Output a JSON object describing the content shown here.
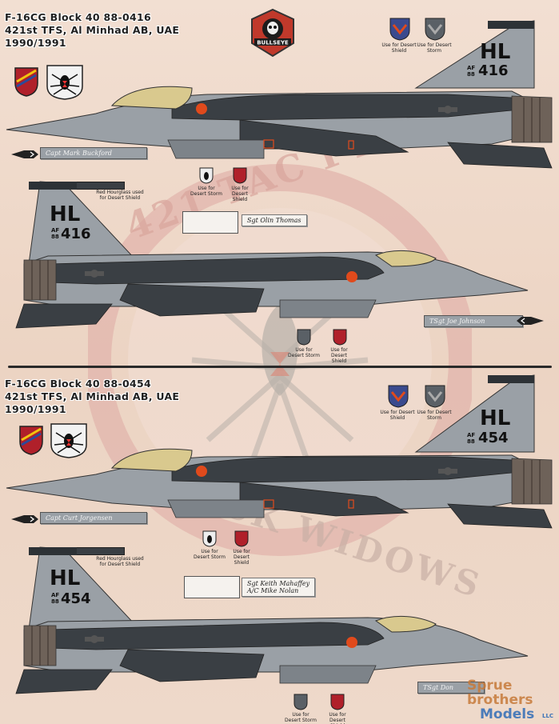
{
  "section1": {
    "line1": "F-16CG Block 40 88-0416",
    "line2": "421st TFS, Al Minhad AB, UAE",
    "line3": "1990/1991",
    "tail_code": "HL",
    "af": "AF",
    "yr": "88",
    "serial": "416",
    "left_pilot": "Capt Mark Buckford",
    "right_crew": "Sgt Olin Thomas",
    "right_crew2": "TSgt Joe Johnson",
    "note_hourglass": "Red Hourglass used for Desert Shield",
    "note_storm": "Use for Desert Storm",
    "note_shield": "Use for Desert Shield"
  },
  "section2": {
    "line1": "F-16CG Block 40 88-0454",
    "line2": "421st TFS, Al Minhad AB, UAE",
    "line3": "1990/1991",
    "tail_code": "HL",
    "af": "AF",
    "yr": "88",
    "serial": "454",
    "left_pilot": "Capt Curt Jorgensen",
    "right_crew": "Sgt Keith Mahaffey",
    "right_crew_b": "A/C Mike Nolan",
    "right_crew2": "TSgt Don",
    "note_hourglass": "Red Hourglass used for Desert Shield",
    "note_storm": "Use for Desert Storm",
    "note_shield": "Use for Desert Shield"
  },
  "badge": {
    "text": "BULLSEYE"
  },
  "watermark": {
    "top": "421 TAC FTR SQ",
    "bottom": "BLACK WIDOWS"
  },
  "brand": {
    "line1": "Sprue",
    "line2": "brothers",
    "line3": "Models",
    "suffix": "LLC"
  },
  "colors": {
    "background": "#eed8c8",
    "dark_gray": "#3a3f44",
    "light_gray": "#9aa0a6",
    "mid_gray": "#7d8389",
    "canopy": "#d9c98e",
    "hourglass": "#e04a1c",
    "watermark": "#e0a8a0"
  }
}
